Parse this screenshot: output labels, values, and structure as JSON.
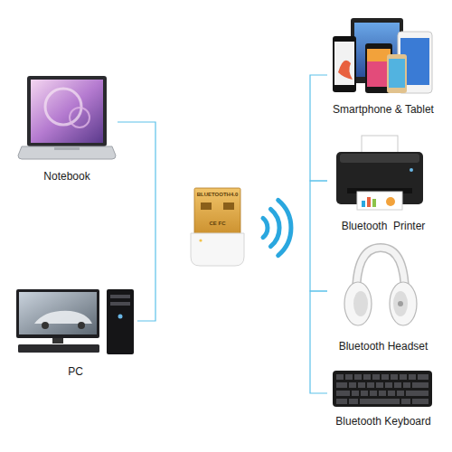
{
  "diagram": {
    "nodes": [
      {
        "text": [
          "Notebook"
        ]
      },
      {
        "text": [
          "PC"
        ]
      },
      {
        "text": [
          "Smartphone & Tablet"
        ]
      },
      {
        "text": [
          "Bluetooth  Printer"
        ]
      },
      {
        "text": [
          "Bluetooth Headset"
        ]
      },
      {
        "text": [
          "Bluetooth Keyboard"
        ]
      }
    ],
    "edges": [
      {
        "from": 0,
        "to": 1,
        "arrow": "none"
      },
      {
        "from": 2,
        "to": 3,
        "arrow": "none"
      },
      {
        "from": 3,
        "to": 4,
        "arrow": "none"
      },
      {
        "from": 4,
        "to": 5,
        "arrow": "none"
      }
    ],
    "labels": [
      "BLUETOOTH4.0",
      "CE FC"
    ]
  }
}
